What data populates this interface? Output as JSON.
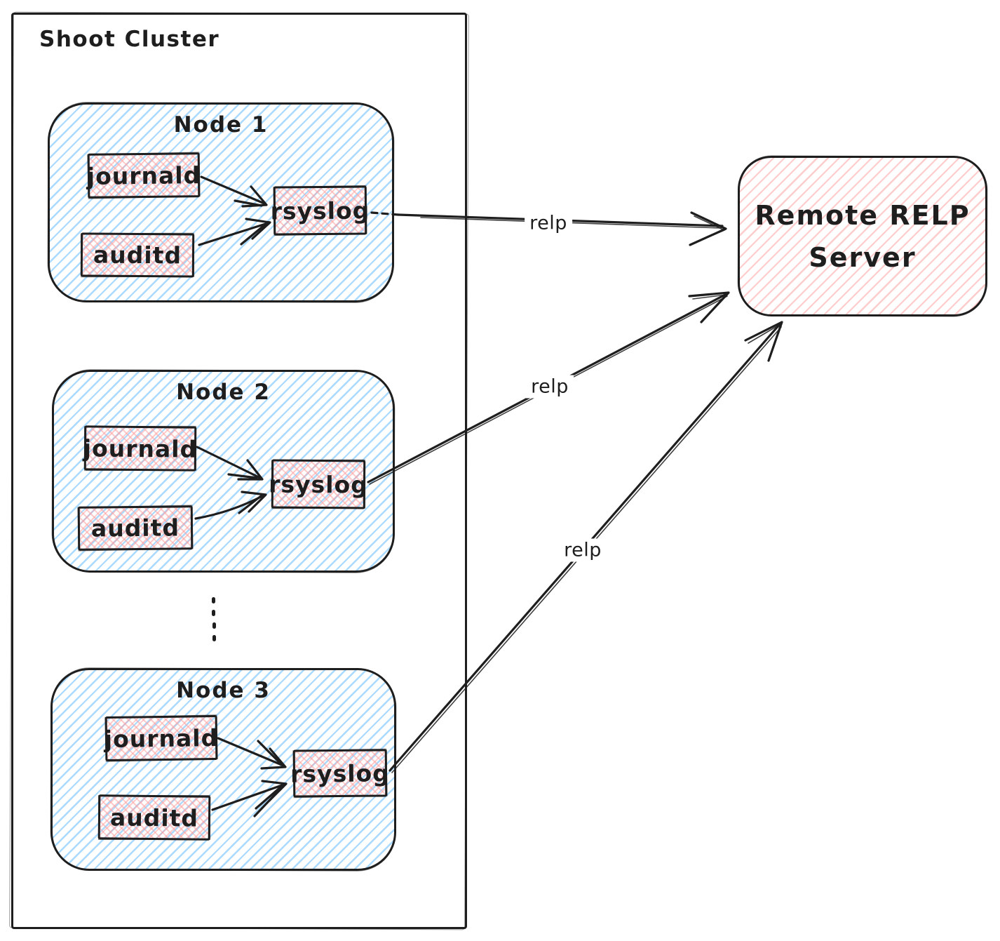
{
  "cluster": {
    "label": "Shoot Cluster",
    "nodes": [
      {
        "title": "Node 1",
        "services": {
          "journald": "journald",
          "auditd": "auditd",
          "rsyslog": "rsyslog"
        }
      },
      {
        "title": "Node 2",
        "services": {
          "journald": "journald",
          "auditd": "auditd",
          "rsyslog": "rsyslog"
        }
      },
      {
        "title": "Node 3",
        "services": {
          "journald": "journald",
          "auditd": "auditd",
          "rsyslog": "rsyslog"
        }
      }
    ]
  },
  "server": {
    "title_line1": "Remote RELP",
    "title_line2": "Server"
  },
  "edges": [
    {
      "from": "node-1-rsyslog",
      "to": "remote-relp-server",
      "label": "relp"
    },
    {
      "from": "node-2-rsyslog",
      "to": "remote-relp-server",
      "label": "relp"
    },
    {
      "from": "node-3-rsyslog",
      "to": "remote-relp-server",
      "label": "relp"
    }
  ],
  "colors": {
    "stroke": "#1e1e1e",
    "node_fill_hatch": "#a5d8ff",
    "service_fill_hatch": "#ffc9c9",
    "server_fill_hatch": "#ffc9c9",
    "background": "#ffffff"
  }
}
